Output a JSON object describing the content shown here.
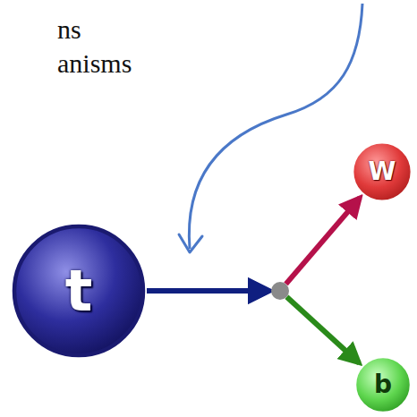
{
  "diagram": {
    "nodes": [
      {
        "text": [
          "t"
        ]
      },
      {
        "text": [
          "W"
        ]
      },
      {
        "text": [
          "b"
        ]
      }
    ],
    "edges": [
      {
        "from": 0,
        "to": 1,
        "arrow": "to"
      },
      {
        "from": 0,
        "to": 2,
        "arrow": "to"
      }
    ],
    "labels": [
      "ns",
      "anisms"
    ]
  }
}
